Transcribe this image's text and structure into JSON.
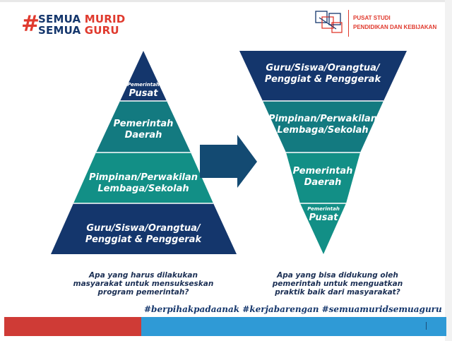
{
  "logo_left": {
    "hash": "#",
    "line1_a": "SEMUA ",
    "line1_b": "MURID",
    "line2_a": "SEMUA ",
    "line2_b": "GURU"
  },
  "logo_right": {
    "line1": "PUSAT STUDI",
    "line2": "PENDIDIKAN DAN KEBIJAKAN"
  },
  "pyramid": {
    "tiers": [
      {
        "small": "Pemerintah",
        "big": "Pusat"
      },
      {
        "line1": "Pemerintah",
        "line2": "Daerah"
      },
      {
        "line1": "Pimpinan/Perwakilan",
        "line2": "Lembaga/Sekolah"
      },
      {
        "line1": "Guru/Siswa/Orangtua/",
        "line2": "Penggiat & Penggerak"
      }
    ],
    "caption": [
      "Apa yang harus dilakukan",
      "masyarakat untuk mensukseskan",
      "program pemerintah?"
    ]
  },
  "inverted": {
    "tiers": [
      {
        "line1": "Guru/Siswa/Orangtua/",
        "line2": "Penggiat & Penggerak"
      },
      {
        "line1": "Pimpinan/Perwakilan",
        "line2": "Lembaga/Sekolah"
      },
      {
        "line1": "Pemerintah",
        "line2": "Daerah"
      },
      {
        "small": "Pemerintah",
        "big": "Pusat"
      }
    ],
    "caption": [
      "Apa yang bisa didukung oleh",
      "pemerintah untuk menguatkan",
      "praktik baik dari masyarakat?"
    ]
  },
  "hashtags": "#berpihakpadaanak #kerjabarengan #semuamuridsemuaguru",
  "colors": {
    "navy": "#14366c",
    "teal": "#137a80",
    "teal_light": "#128f86",
    "arrow": "#134a72",
    "red": "#e03a2e",
    "bar_red": "#cf3b36",
    "bar_blue": "#2f9ad6"
  }
}
